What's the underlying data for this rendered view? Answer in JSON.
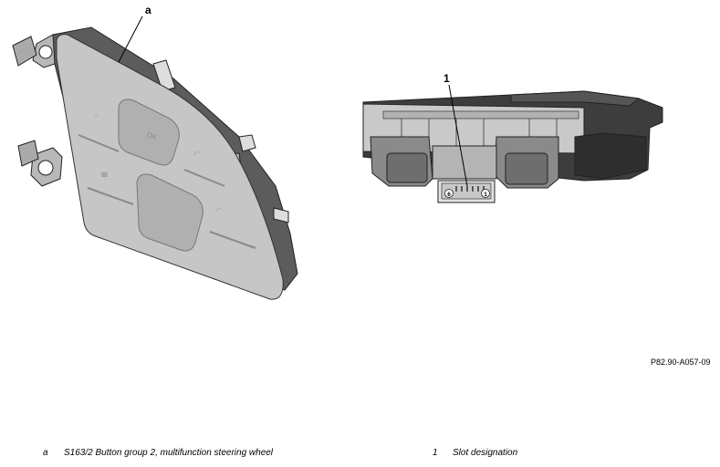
{
  "callouts": {
    "a": "a",
    "one": "1"
  },
  "connector_pins": {
    "left": "6",
    "right": "1"
  },
  "figure_reference": "P82.90-A057-09",
  "legend": [
    {
      "key": "a",
      "text": "S163/2 Button group 2, multifunction steering wheel"
    },
    {
      "key": "1",
      "text": "Slot designation"
    }
  ],
  "colors": {
    "part_light": "#c2c2c2",
    "part_mid": "#a6a6a6",
    "part_dark": "#555555",
    "outline": "#222222"
  }
}
